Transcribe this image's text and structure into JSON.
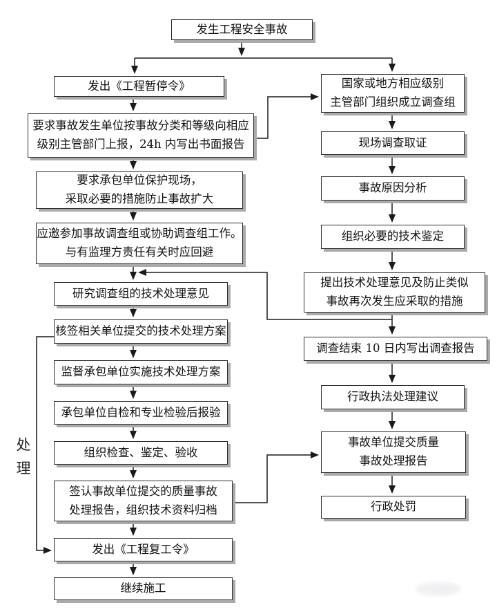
{
  "flow": {
    "start": "发生工程安全事故",
    "phase_label": "处理",
    "left": [
      "发出《工程暂停令》",
      "要求事故发生单位按事故分类和等级向相应\n级别主管部门上报，24h 内写出书面报告",
      "要求承包单位保护现场，\n采取必要的措施防止事故扩大",
      "应邀参加事故调查组或协助调查组工作。\n与有监理方责任有关时应回避",
      "研究调查组的技术处理意见",
      "核签相关单位提交的技术处理方案",
      "监督承包单位实施技术处理方案",
      "承包单位自检和专业检验后报验",
      "组织检查、鉴定、验收",
      "签认事故单位提交的质量事故\n处理报告，组织技术资料归档",
      "发出《工程复工令》",
      "继续施工"
    ],
    "right": [
      "国家或地方相应级别\n主管部门组织成立调查组",
      "现场调查取证",
      "事故原因分析",
      "组织必要的技术鉴定",
      "提出技术处理意见及防止类似\n事故再次发生应采取的措施",
      "调查结束 10 日内写出调查报告",
      "行政执法处理建议",
      "事故单位提交质量\n事故处理报告",
      "行政处罚"
    ],
    "colors": {
      "border": "#2b2b2b",
      "shadow": "#aaaaaa",
      "line": "#1a1a1a",
      "background": "#ffffff"
    }
  }
}
